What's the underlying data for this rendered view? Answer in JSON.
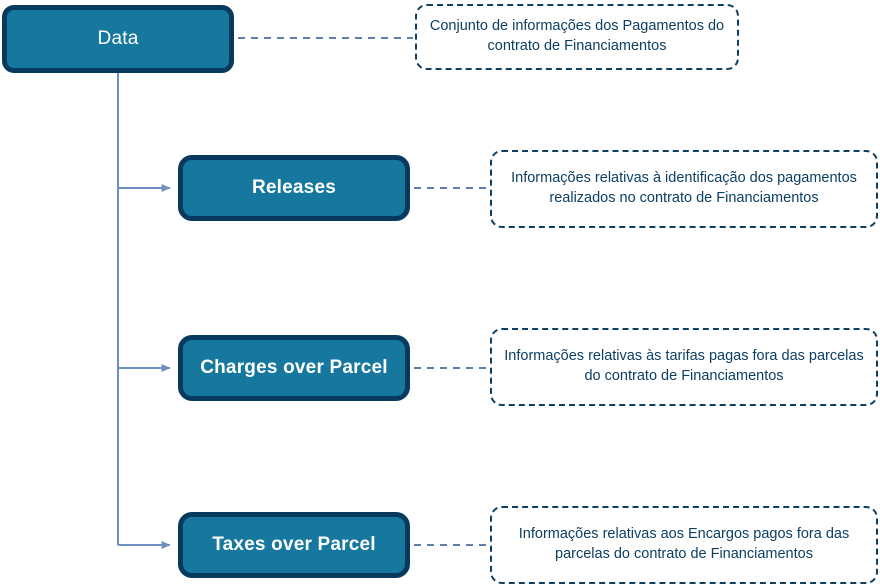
{
  "diagram": {
    "type": "tree-with-annotations",
    "colors": {
      "node_fill": "#16789f",
      "node_border": "#083a5e",
      "node_text": "#ffffff",
      "callout_border": "#0d3f63",
      "callout_text": "#0d3f63",
      "connector_line": "#6f8fc0",
      "background": "#ffffff"
    },
    "root": {
      "label": "Data",
      "annotation": "Conjunto de informações dos Pagamentos do contrato de Financiamentos"
    },
    "children": [
      {
        "label": "Releases",
        "annotation": "Informações relativas à identificação dos pagamentos realizados no contrato de Financiamentos"
      },
      {
        "label": "Charges over Parcel",
        "annotation": "Informações relativas às tarifas pagas fora das parcelas do contrato de Financiamentos"
      },
      {
        "label": "Taxes over Parcel",
        "annotation": "Informações relativas aos Encargos pagos fora das parcelas do contrato de Financiamentos"
      }
    ]
  }
}
